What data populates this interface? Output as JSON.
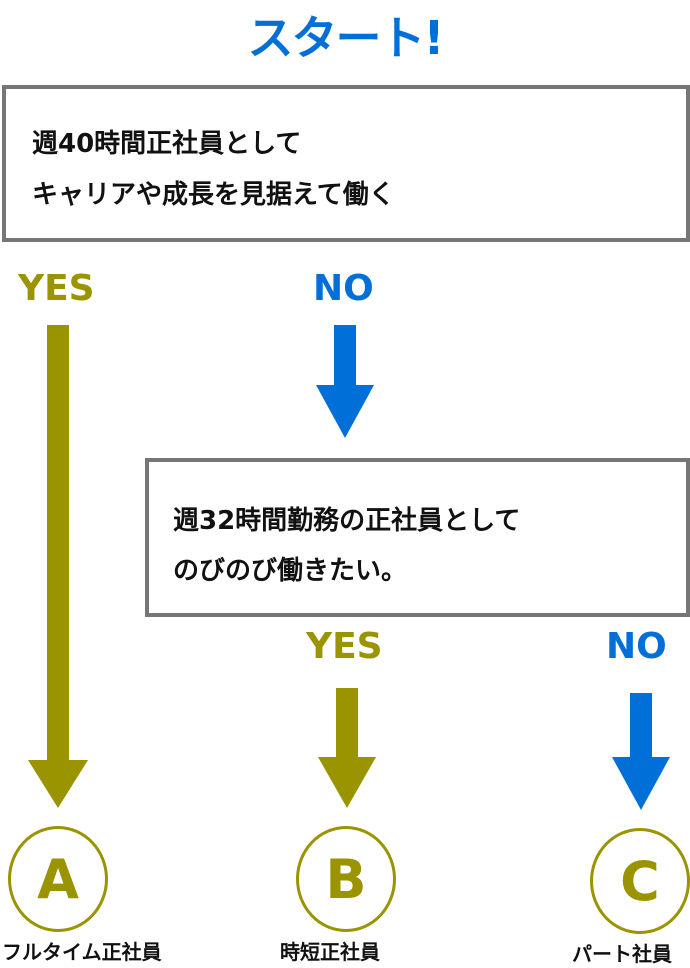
{
  "title": "スタート!",
  "question1": {
    "lines": [
      "週40時間正社員として",
      "キャリアや成長を見据えて働く"
    ]
  },
  "question2": {
    "lines": [
      "週32時間勤務の正社員として",
      "のびのび働きたい。"
    ]
  },
  "answers": {
    "yes": "YES",
    "no": "NO"
  },
  "results": [
    {
      "letter": "A",
      "label": "フルタイム正社員"
    },
    {
      "letter": "B",
      "label": "時短正社員"
    },
    {
      "letter": "C",
      "label": "パート社員"
    }
  ],
  "colors": {
    "yes": "#9a9400",
    "no": "#0070d8",
    "border": "#767676"
  }
}
